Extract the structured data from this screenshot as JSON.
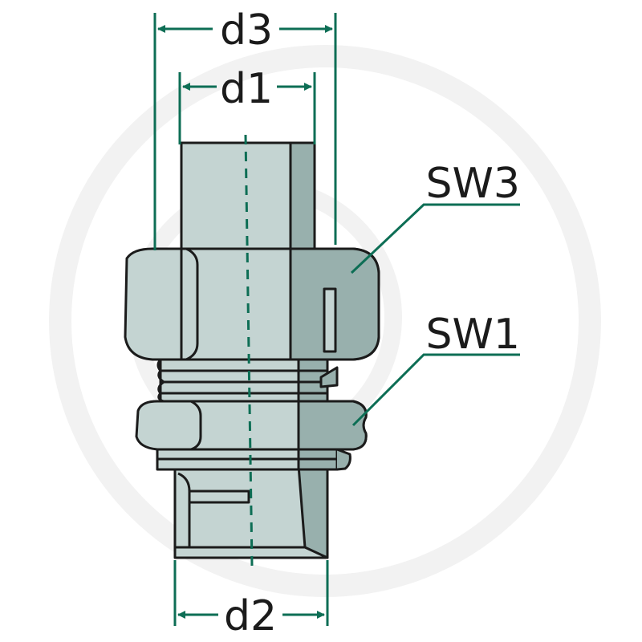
{
  "labels": {
    "d1": "d1",
    "d2": "d2",
    "d3": "d3",
    "sw1": "SW1",
    "sw3": "SW3"
  },
  "colors": {
    "dimension": "#0d6e55",
    "body_light": "#c4d4d2",
    "body_shade": "#98b0ad",
    "body_dark": "#82a09c",
    "outline": "#1b1b1b",
    "watermark": "#f2f2f2",
    "background": "#ffffff"
  },
  "icons": {
    "watermark": "logo-ring-watermark"
  }
}
